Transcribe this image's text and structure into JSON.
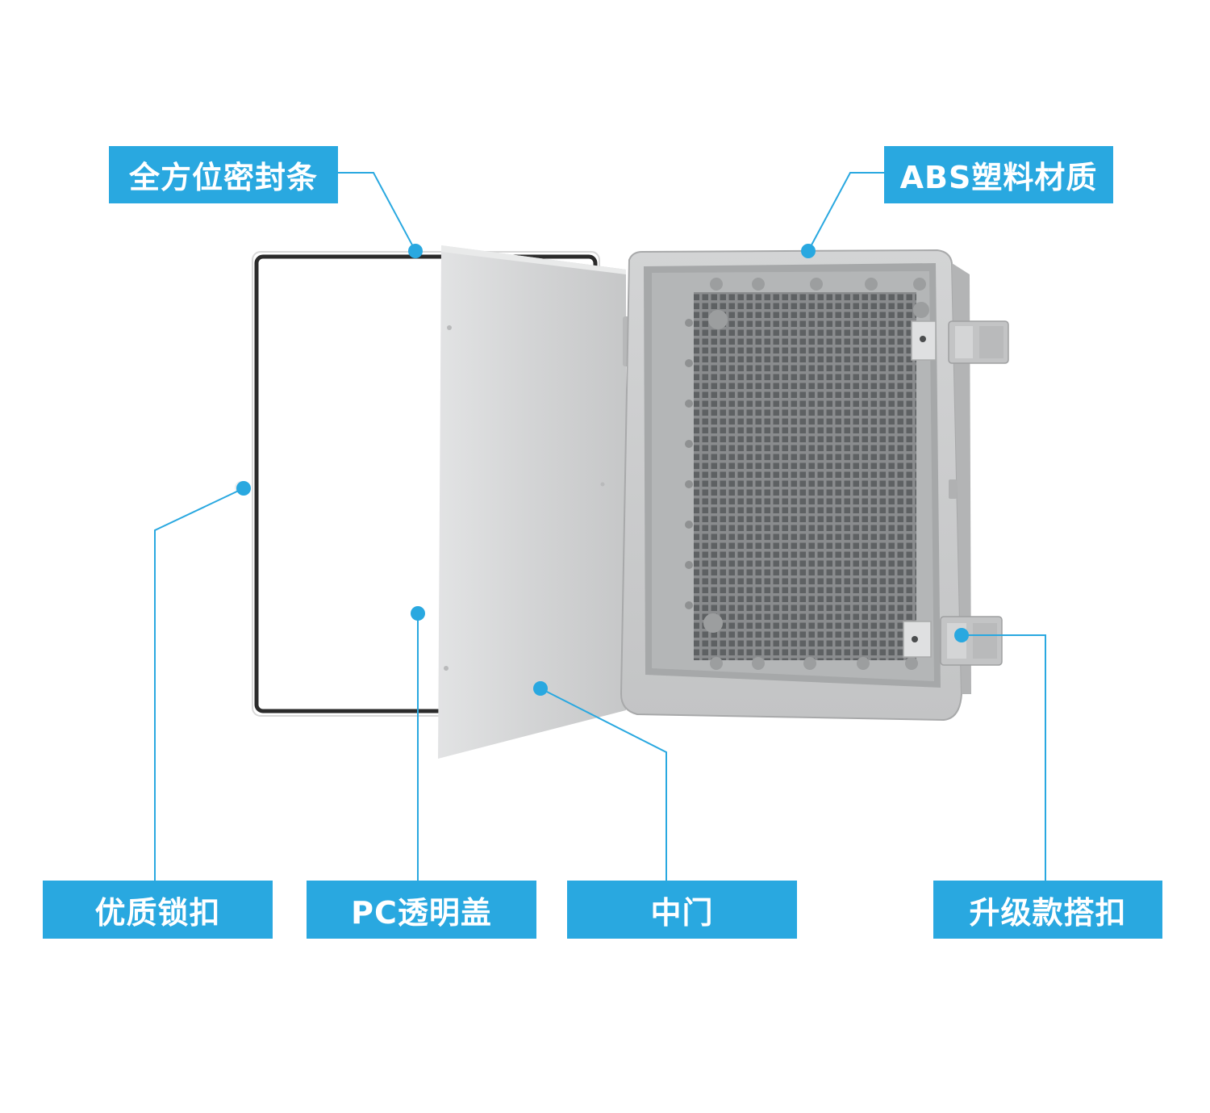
{
  "labels": {
    "seal_strip": "全方位密封条",
    "abs_material": "ABS塑料材质",
    "quality_lock": "优质锁扣",
    "pc_cover": "PC透明盖",
    "middle_door": "中门",
    "upgraded_latch": "升级款搭扣"
  },
  "colors": {
    "accent": "#29a8e0",
    "label_text": "#ffffff",
    "enclosure_gray": "#c9cacb",
    "door_gray": "#d2d3d4",
    "gasket_black": "#2b2b2b"
  }
}
